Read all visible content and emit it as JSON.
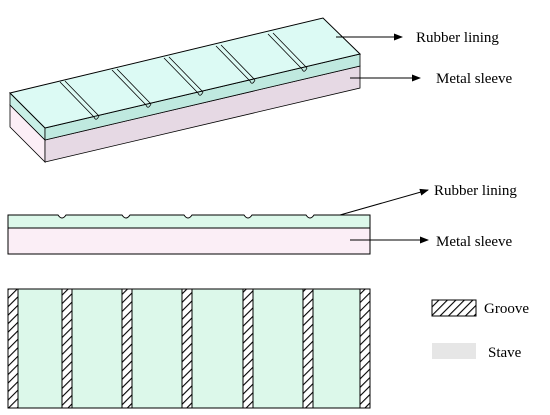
{
  "labels": {
    "iso_rubber": "Rubber lining",
    "iso_metal": "Metal sleeve",
    "side_rubber": "Rubber lining",
    "side_metal": "Metal sleeve"
  },
  "legend": {
    "groove": "Groove",
    "stave": "Stave"
  },
  "colors": {
    "rubber": "#dcfaf4",
    "rubber_side": "#c8efe6",
    "metal": "#e6d9e4",
    "metal_side": "#fbeef6",
    "stave_plan": "#dcf8ea",
    "legend_stave": "#e6e6e6",
    "stroke": "#000000"
  }
}
